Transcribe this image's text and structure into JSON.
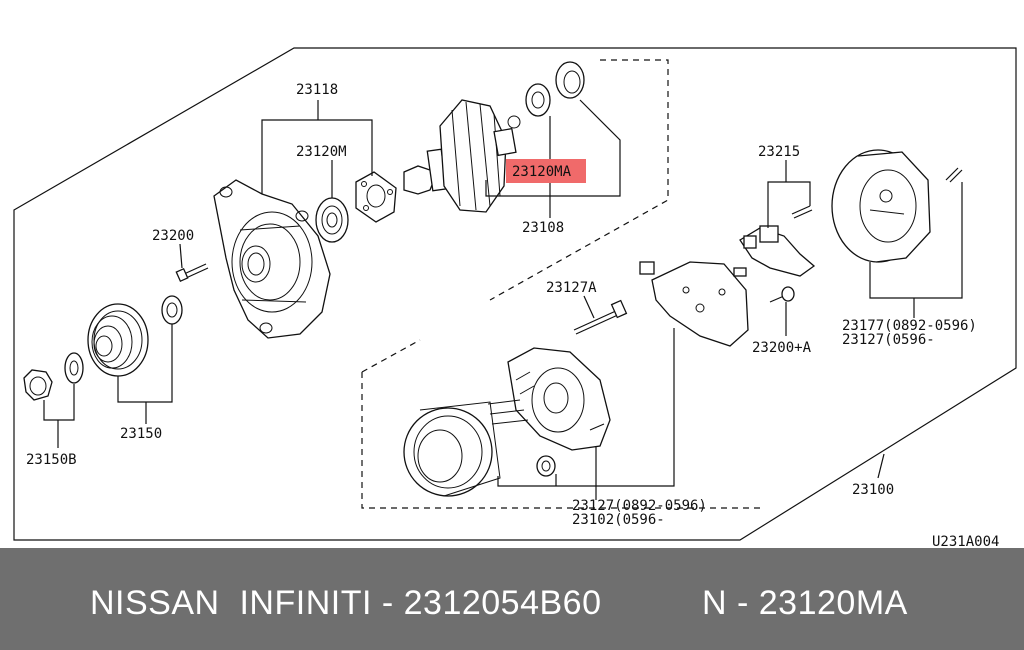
{
  "diagram": {
    "labels": {
      "p23118": "23118",
      "p23120m": "23120M",
      "p23120ma": "23120MA",
      "p23108": "23108",
      "p23215": "23215",
      "p23200": "23200",
      "p23127a": "23127A",
      "p23200a": "23200+A",
      "p23177": "23177(0892-0596)",
      "p23127b": "23127(0596-",
      "p23150": "23150",
      "p23150b": "23150B",
      "p23127c": "23127(0892-0596)",
      "p23102": "23102(0596-",
      "p23100": "23100",
      "code": "U231A004"
    },
    "highlight_color": "#f06a6a"
  },
  "banner": {
    "brand_text": "NISSAN  INFINITI - 2312054B60",
    "ref_text": "N - 23120MA",
    "background": "#6f6f6f"
  }
}
